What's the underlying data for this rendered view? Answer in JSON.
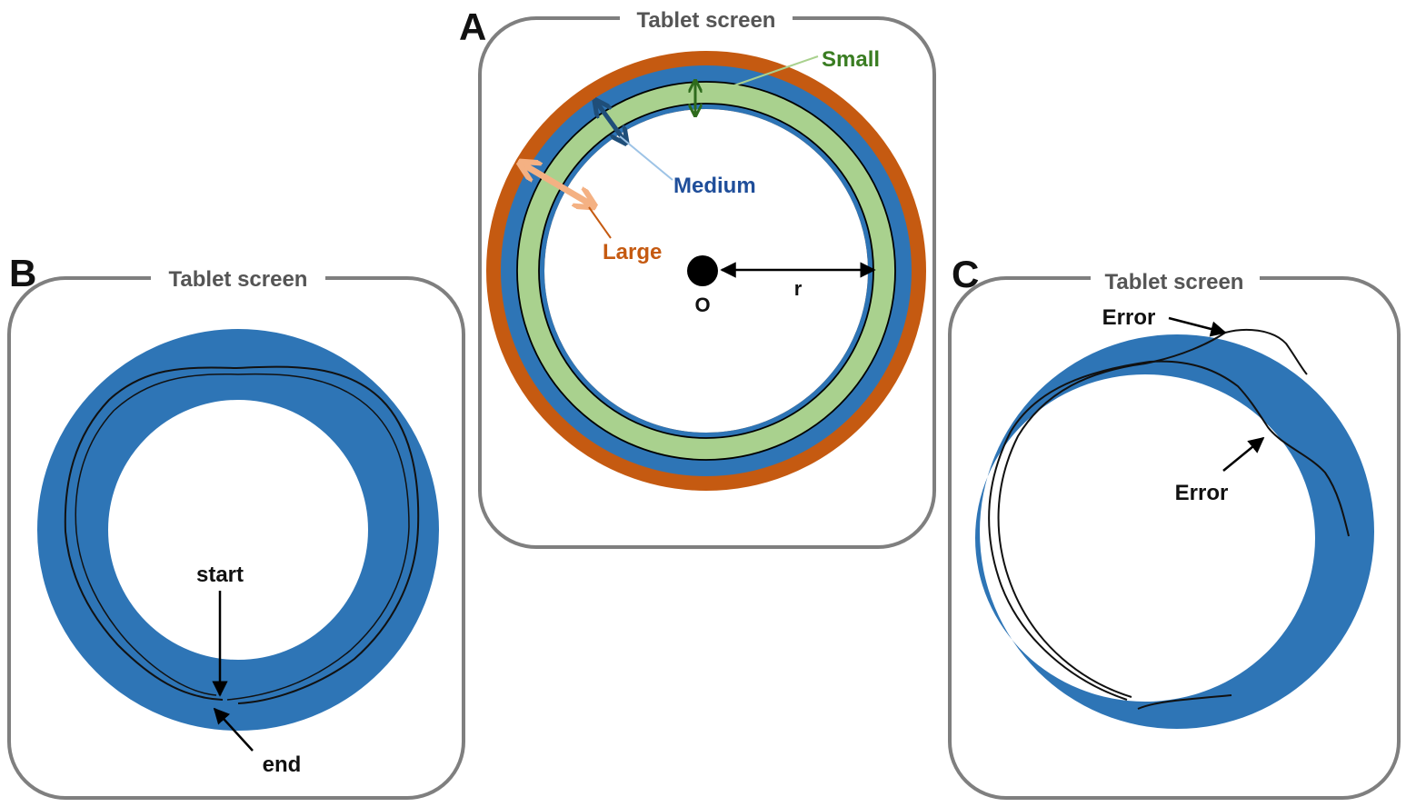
{
  "panels": {
    "A": {
      "letter": "A",
      "screen_title": "Tablet screen",
      "labels": {
        "small": "Small",
        "medium": "Medium",
        "large": "Large",
        "center": "O",
        "radius": "r"
      }
    },
    "B": {
      "letter": "B",
      "screen_title": "Tablet screen",
      "labels": {
        "start": "start",
        "end": "end"
      }
    },
    "C": {
      "letter": "C",
      "screen_title": "Tablet screen",
      "labels": {
        "error_top": "Error",
        "error_mid": "Error"
      }
    }
  },
  "colors": {
    "large_band": "#c55a11",
    "medium_band": "#2e75b6",
    "small_band": "#a9d18e",
    "small_label": "#3a7d22",
    "medium_label": "#1f4e9a",
    "large_label": "#c55a11",
    "screen_border": "#7f7f7f"
  }
}
